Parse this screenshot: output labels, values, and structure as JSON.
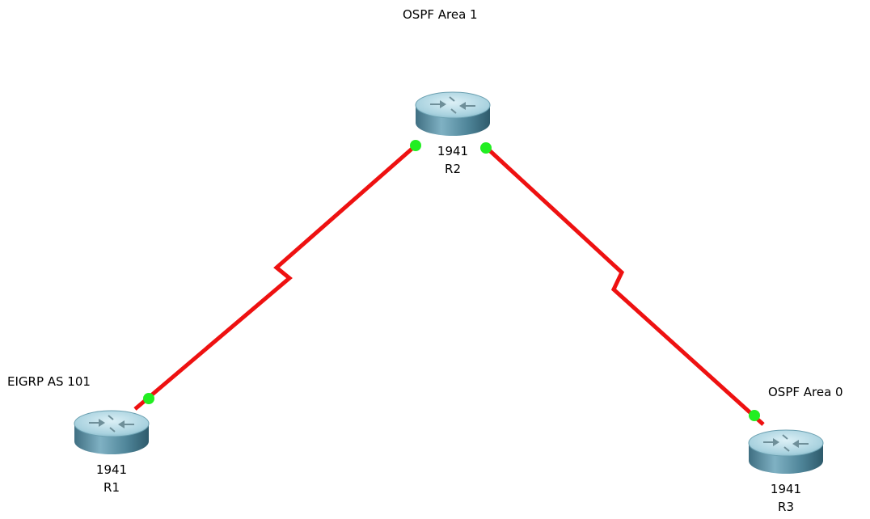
{
  "notes": {
    "area1": "OSPF Area 1",
    "eigrp": "EIGRP AS 101",
    "area0": "OSPF Area 0"
  },
  "routers": {
    "r1": {
      "model": "1941",
      "name": "R1"
    },
    "r2": {
      "model": "1941",
      "name": "R2"
    },
    "r3": {
      "model": "1941",
      "name": "R3"
    }
  },
  "links": [
    {
      "from": "R1",
      "to": "R2",
      "type": "serial"
    },
    {
      "from": "R2",
      "to": "R3",
      "type": "serial"
    }
  ],
  "colors": {
    "link": "#ee1111",
    "port_up": "#22ee22",
    "router_top": "#b8dbe6",
    "router_body": "#5b8fa3"
  },
  "icons": {
    "router": "router-icon"
  }
}
